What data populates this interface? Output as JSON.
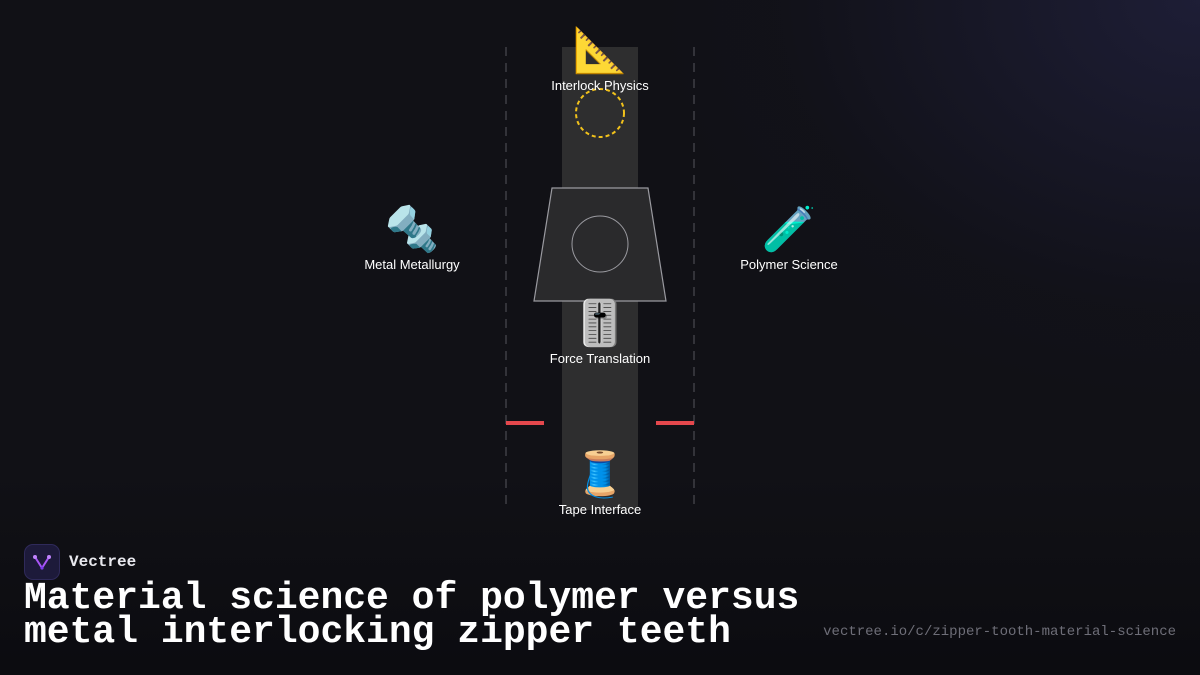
{
  "diagram": {
    "nodes": {
      "top": {
        "emoji": "📐",
        "label": "Interlock Physics",
        "icon": "triangular-ruler-icon"
      },
      "left": {
        "emoji": "🔩",
        "label": "Metal Metallurgy",
        "icon": "nut-and-bolt-icon"
      },
      "right": {
        "emoji": "🧪",
        "label": "Polymer Science",
        "icon": "test-tube-icon"
      },
      "center": {
        "emoji": "🎚️",
        "label": "Force Translation",
        "icon": "level-slider-icon"
      },
      "bottom": {
        "emoji": "🧵",
        "label": "Tape Interface",
        "icon": "thread-spool-icon"
      }
    },
    "colors": {
      "tape": "#2e2e2f",
      "slider_body": "#2a2a2c",
      "outline": "#9a9aa0",
      "accent_dashed_circle": "#f2c21b",
      "stop_markers": "#e5484d",
      "dashed_guides": "#55555c"
    }
  },
  "branding": {
    "logo_icon": "vectree-logo-icon",
    "name": "Vectree",
    "title": "Material science of polymer versus metal interlocking zipper teeth",
    "url": "vectree.io/c/zipper-tooth-material-science"
  }
}
